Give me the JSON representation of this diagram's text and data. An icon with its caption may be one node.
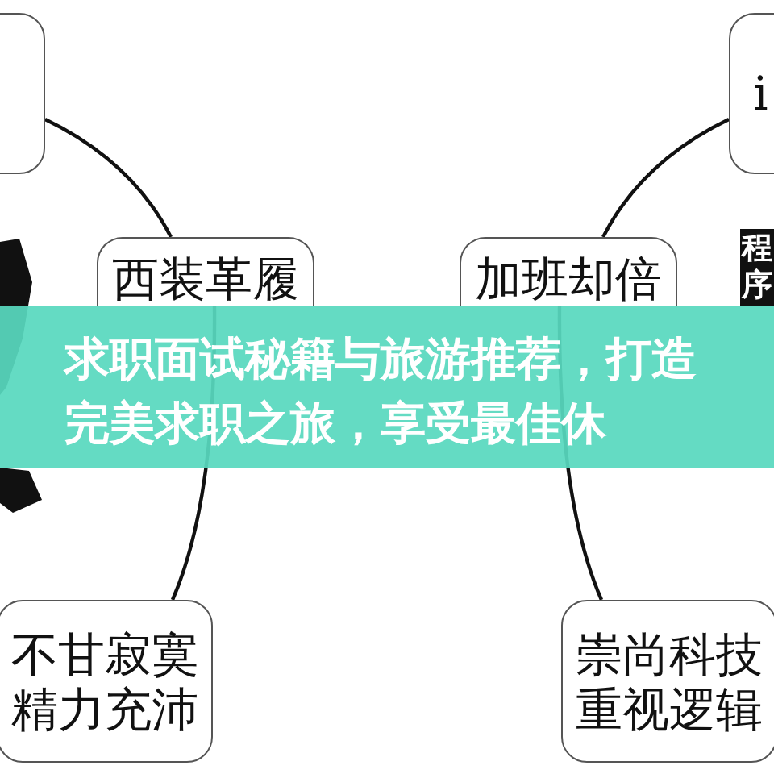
{
  "diagram": {
    "title": "求职面试秘籍与旅游推荐，打造完美求职之旅，享受最佳休",
    "nodes": [
      {
        "text": [],
        "shape": "box"
      },
      {
        "text": [
          "i"
        ]
      },
      {
        "text": [
          "西装革履"
        ]
      },
      {
        "text": [
          "加班却倍"
        ]
      },
      {
        "text": [
          "不甘寂寞精力充沛"
        ]
      },
      {
        "text": [
          "崇尚科技重视逻辑"
        ]
      }
    ],
    "edges": [
      {
        "from": 0,
        "to": 2,
        "arrow": "none"
      },
      {
        "from": 2,
        "to": 4,
        "arrow": "none"
      },
      {
        "from": 1,
        "to": 3,
        "arrow": "none"
      },
      {
        "from": 3,
        "to": 5,
        "arrow": "none"
      }
    ],
    "labels": [
      "程序"
    ]
  }
}
